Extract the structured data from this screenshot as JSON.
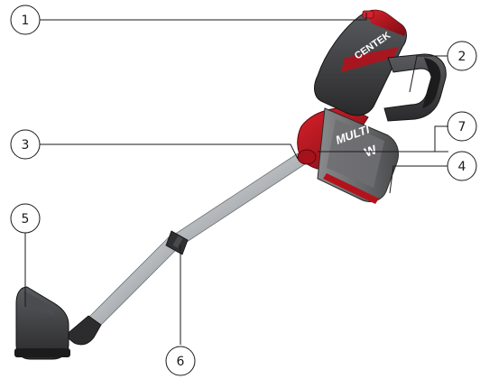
{
  "brand": "CENTEK",
  "body_text": {
    "line1": "MULTI",
    "line2": "W"
  },
  "callouts": [
    {
      "id": "1",
      "label": "1"
    },
    {
      "id": "2",
      "label": "2"
    },
    {
      "id": "3",
      "label": "3"
    },
    {
      "id": "4",
      "label": "4"
    },
    {
      "id": "5",
      "label": "5"
    },
    {
      "id": "6",
      "label": "6"
    },
    {
      "id": "7",
      "label": "7"
    }
  ],
  "colors": {
    "accent_red": "#b3121c",
    "dark_body": "#3a3a3c",
    "tube_silver": "#c9ccce",
    "line": "#1a1a1a"
  }
}
